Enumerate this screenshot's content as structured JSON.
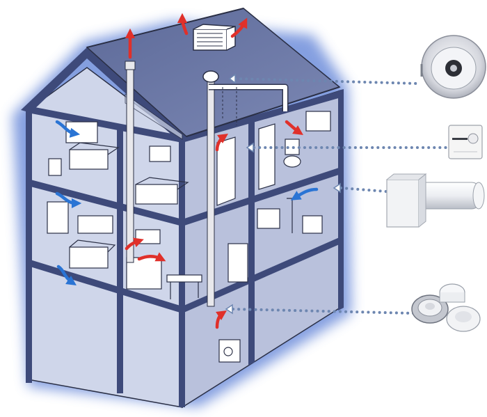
{
  "diagram": {
    "type": "house ventilation cutaway illustration",
    "colors": {
      "roof": "#5d6a99",
      "wall": "#cfd6ea",
      "wall_dark": "#b9c1dc",
      "frame": "#3e4a7a",
      "line": "#2a2f45",
      "glow": "#5b7fd6",
      "exhaust_arrow": "#e0302a",
      "intake_arrow": "#2a74d4",
      "connector": "#6d86b0",
      "device": "#e8e8ec"
    },
    "components": [
      {
        "id": "roof-fan",
        "icon": "inline-duct-fan-icon"
      },
      {
        "id": "thermostat",
        "icon": "wall-thermostat-icon"
      },
      {
        "id": "wall-inlet",
        "icon": "wall-air-inlet-icon"
      },
      {
        "id": "exhaust-valves",
        "icon": "exhaust-valve-icon"
      }
    ]
  }
}
